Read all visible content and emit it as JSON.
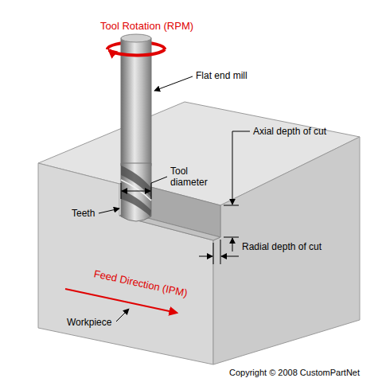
{
  "diagram": {
    "labels": [
      "Tool Rotation (RPM)",
      "Flat end mill",
      "Axial depth of cut",
      "Tool diameter",
      "Teeth",
      "Radial depth of cut",
      "Feed Direction (IPM)",
      "Workpiece",
      "Copyright © 2008 CustomPartNet"
    ]
  }
}
